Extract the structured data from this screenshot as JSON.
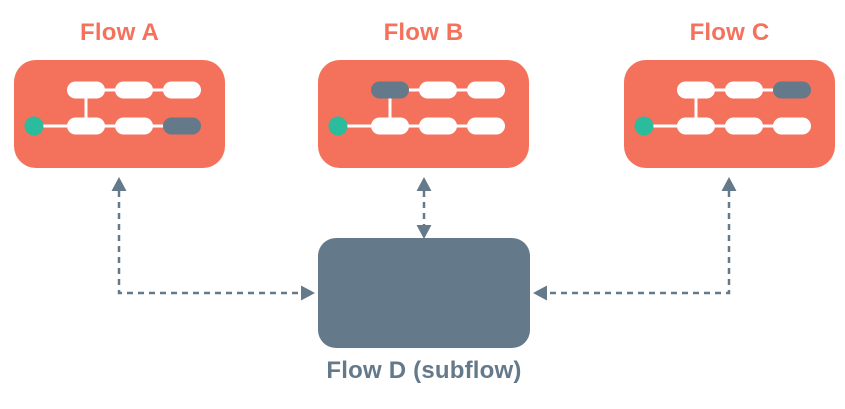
{
  "colors": {
    "coral": "#F4715C",
    "teal": "#2BBB9D",
    "slate": "#64798A",
    "node_fill": "#FFFFFF",
    "background": "#FFFFFF"
  },
  "flows": {
    "a": {
      "label": "Flow A"
    },
    "b": {
      "label": "Flow B"
    },
    "c": {
      "label": "Flow C"
    },
    "d": {
      "label": "Flow D (subflow)"
    }
  },
  "diagram": {
    "type": "flow-overview-diagram",
    "highlighted_node": {
      "flow_a": "bottom-right",
      "flow_b": "top-left",
      "flow_c": "top-right"
    },
    "start_node": "teal-circle-left",
    "connections": [
      {
        "between": [
          "flow_a",
          "flow_d"
        ],
        "style": "dashed",
        "arrows": "both",
        "shape": "elbow"
      },
      {
        "between": [
          "flow_b",
          "flow_d"
        ],
        "style": "dashed",
        "arrows": "both",
        "shape": "straight-vertical"
      },
      {
        "between": [
          "flow_c",
          "flow_d"
        ],
        "style": "dashed",
        "arrows": "both",
        "shape": "elbow"
      }
    ]
  }
}
